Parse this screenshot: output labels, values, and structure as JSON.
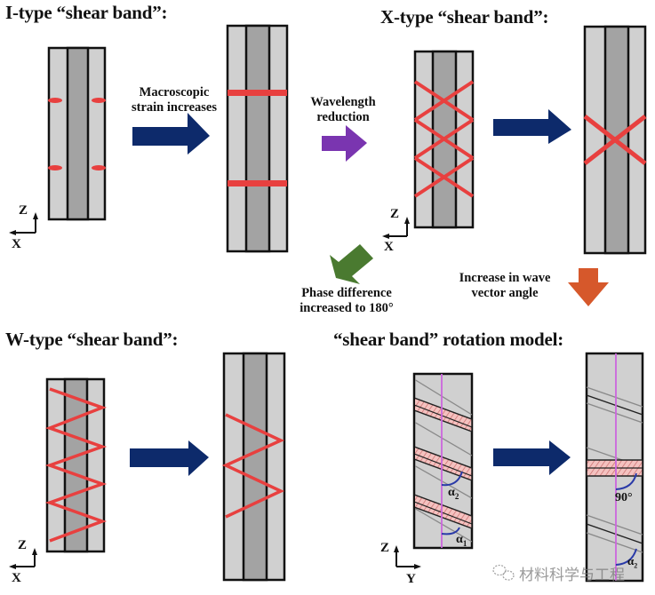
{
  "panels": {
    "i_type": {
      "title": "I-type “shear band”:"
    },
    "x_type": {
      "title": "X-type “shear band”:"
    },
    "w_type": {
      "title": "W-type “shear band”:"
    },
    "rotation": {
      "title": "“shear band” rotation model:"
    }
  },
  "transitions": {
    "macroscopic": [
      "Macroscopic",
      "strain increases"
    ],
    "wavelength": [
      "Wavelength",
      "reduction"
    ],
    "phase": [
      "Phase difference",
      "increased to 180°"
    ],
    "wave_vector": [
      "Increase in wave",
      "vector angle"
    ]
  },
  "axes": {
    "i_type": {
      "vertical": "Z",
      "horizontal": "X"
    },
    "x_type": {
      "vertical": "Z",
      "horizontal": "X"
    },
    "w_type": {
      "vertical": "Z",
      "horizontal": "X"
    },
    "rotation": {
      "vertical": "Z",
      "horizontal": "Y"
    }
  },
  "angle_labels": {
    "alpha1": "α",
    "alpha1_sub": "1",
    "alpha2": "α",
    "alpha2_sub": "2",
    "right_angle": "90°"
  },
  "watermark": "材料科学与工程",
  "colors": {
    "outer_layer": "#d0d0d0",
    "inner_layer": "#a3a3a3",
    "shear_band": "#e8403f",
    "arrow_navy": "#0d2a6b",
    "arrow_purple": "#7a35b0",
    "arrow_green": "#4a7a30",
    "arrow_orange": "#d6582b",
    "reference_line": "#cc66dd",
    "angle_arc": "#2a3aa8",
    "hatch_band": "#f2b8b8"
  }
}
